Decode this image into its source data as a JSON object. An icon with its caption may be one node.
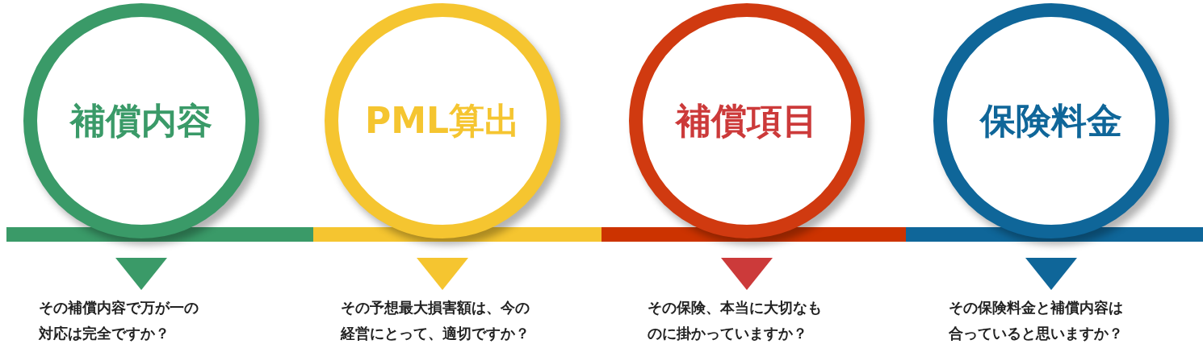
{
  "diagram": {
    "nodes": [
      {
        "text": [
          "補償内容"
        ]
      },
      {
        "text": [
          "PML算出"
        ]
      },
      {
        "text": [
          "補償項目"
        ]
      },
      {
        "text": [
          "保険料金"
        ]
      },
      {
        "text": [
          "その補償内容で万が一の対応は完全ですか？"
        ]
      },
      {
        "text": [
          "その予想最大損害額は、今の経営にとって、適切ですか？"
        ]
      },
      {
        "text": [
          "その保険、本当に大切なものに掛かっていますか？"
        ]
      },
      {
        "text": [
          "その保険料金と補償内容は合っていると思いますか？"
        ]
      }
    ],
    "edges": [
      {
        "from": 0,
        "to": 4,
        "arrow": "to",
        "color": "#3a9a68"
      },
      {
        "from": 1,
        "to": 5,
        "arrow": "to",
        "color": "#f5c530"
      },
      {
        "from": 2,
        "to": 6,
        "arrow": "to",
        "color": "#cc3a3a"
      },
      {
        "from": 3,
        "to": 7,
        "arrow": "to",
        "color": "#0f6699"
      }
    ]
  }
}
